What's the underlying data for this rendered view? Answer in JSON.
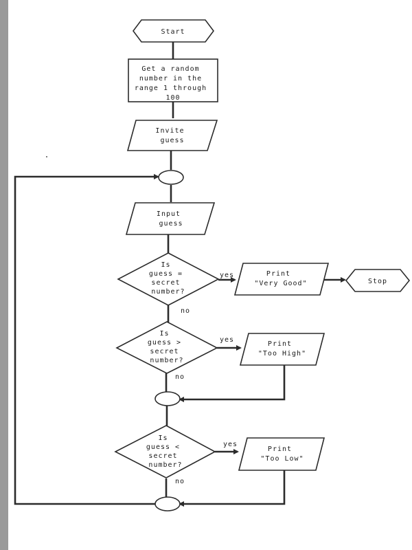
{
  "flowchart": {
    "start": "Start",
    "get_random": [
      "Get a random",
      "number in the",
      "range 1 through",
      "100"
    ],
    "invite": [
      "Invite",
      "guess"
    ],
    "input": [
      "Input",
      "guess"
    ],
    "dec_equal": [
      "Is",
      "guess =",
      "secret",
      "number?"
    ],
    "dec_greater": [
      "Is",
      "guess >",
      "secret",
      "number?"
    ],
    "dec_less": [
      "Is",
      "guess <",
      "secret",
      "number?"
    ],
    "print_very_good": [
      "Print",
      "\"Very Good\""
    ],
    "print_too_high": [
      "Print",
      "\"Too High\""
    ],
    "print_too_low": [
      "Print",
      "\"Too Low\""
    ],
    "stop": "Stop",
    "yes": "yes",
    "no": "no"
  },
  "colors": {
    "stroke": "#2b2b2b",
    "text": "#1a1a1a",
    "edge": "#9a9a9a"
  }
}
